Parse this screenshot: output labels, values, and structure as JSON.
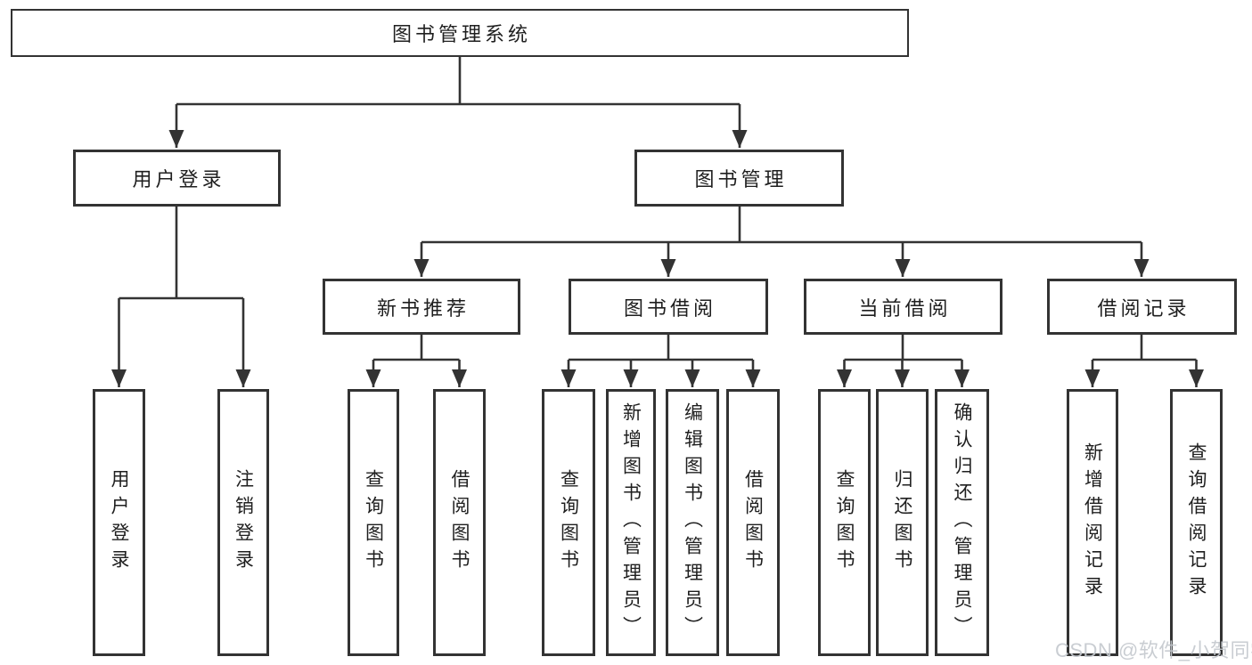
{
  "colors": {
    "line": "#333333",
    "box_border": "#333333",
    "text": "#1f1f1f",
    "watermark": "#c5c9cf",
    "background": "#ffffff"
  },
  "diagram": {
    "root": {
      "label": "图书管理系统"
    },
    "branches": [
      {
        "label": "用户登录",
        "children": [
          {
            "label": "用户登录"
          },
          {
            "label": "注销登录"
          }
        ]
      },
      {
        "label": "图书管理",
        "children": [
          {
            "label": "新书推荐",
            "children": [
              {
                "label": "查询图书"
              },
              {
                "label": "借阅图书"
              }
            ]
          },
          {
            "label": "图书借阅",
            "children": [
              {
                "label": "查询图书"
              },
              {
                "label": "新增图书（管理员）"
              },
              {
                "label": "编辑图书（管理员）"
              },
              {
                "label": "借阅图书"
              }
            ]
          },
          {
            "label": "当前借阅",
            "children": [
              {
                "label": "查询图书"
              },
              {
                "label": "归还图书"
              },
              {
                "label": "确认归还（管理员）"
              }
            ]
          },
          {
            "label": "借阅记录",
            "children": [
              {
                "label": "新增借阅记录"
              },
              {
                "label": "查询借阅记录"
              }
            ]
          }
        ]
      }
    ]
  },
  "watermark": {
    "text": "CSDN @软件_小贺同学"
  }
}
